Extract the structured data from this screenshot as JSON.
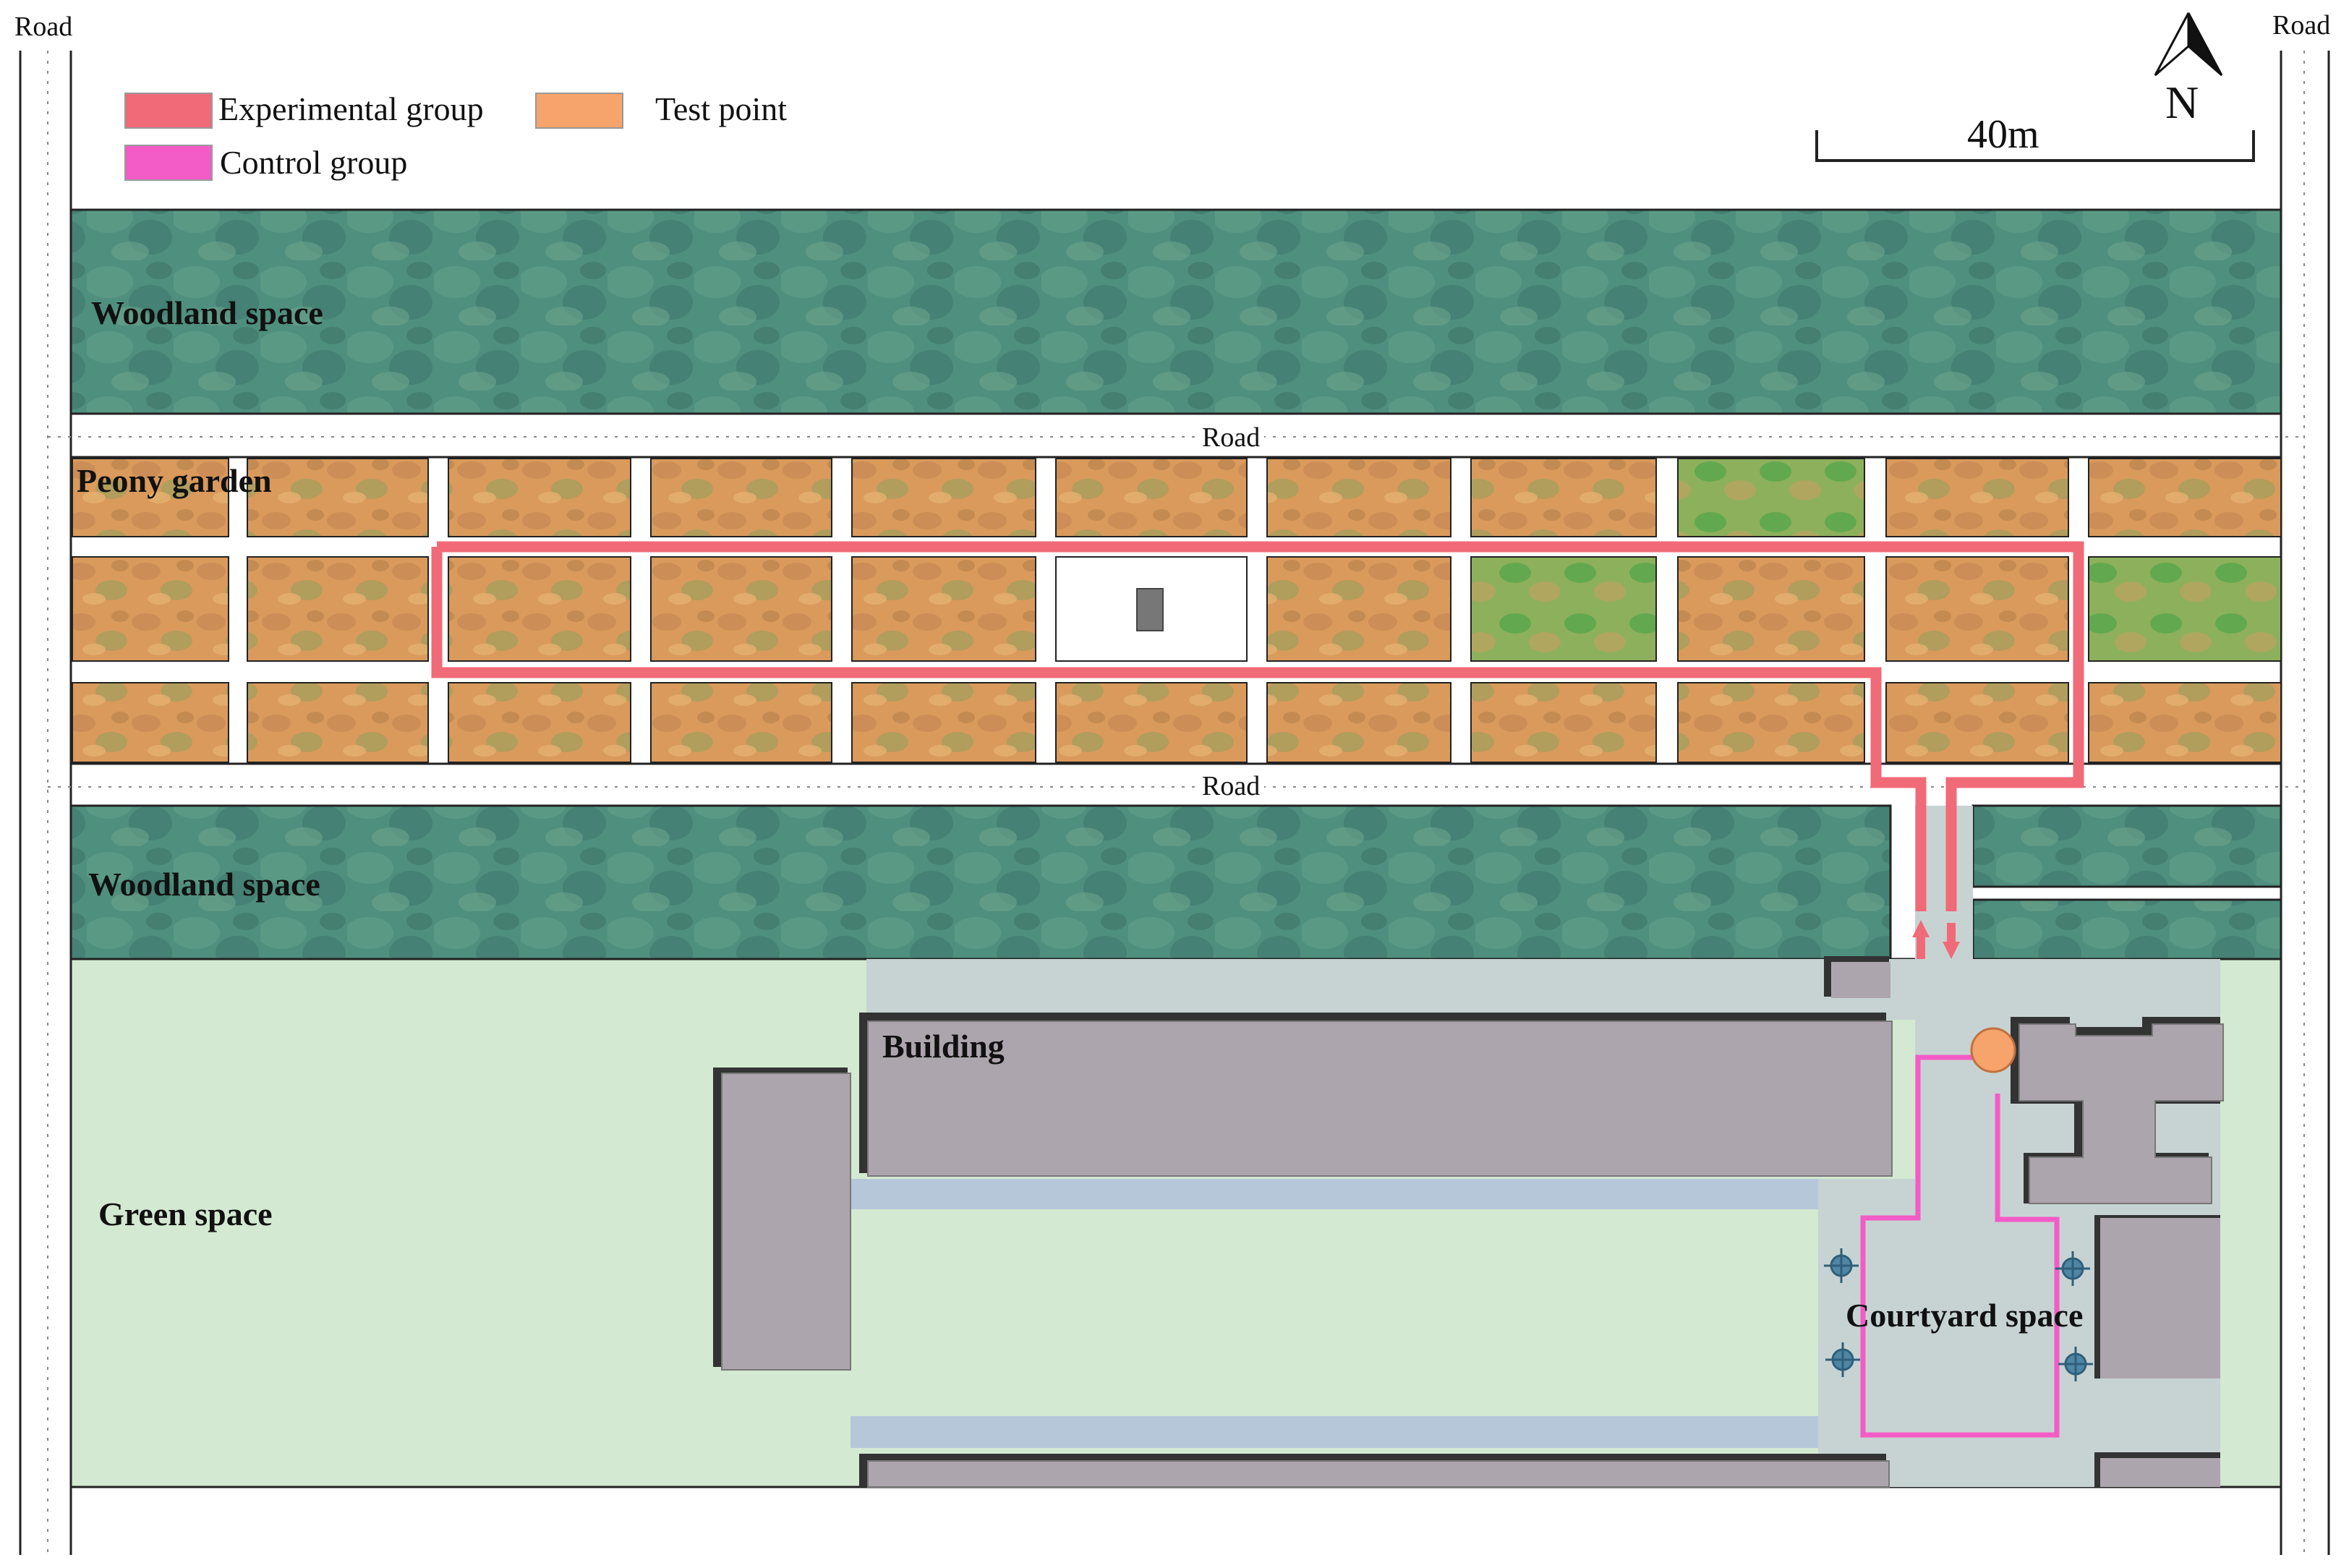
{
  "colors": {
    "experimental_group": "#f06a78",
    "control_group": "#f35bc6",
    "test_point": "#f7a46c",
    "woodland": "#4f8f7e",
    "peony": "#d99a5c",
    "green_space": "#d3e9d1",
    "building": "#ada5ad",
    "paving": "#c7d3d3",
    "water": "#b6c7da"
  },
  "legend": {
    "experimental_group": "Experimental group",
    "test_point": "Test point",
    "control_group": "Control group"
  },
  "scale_bar": {
    "label": "40m"
  },
  "north_arrow": {
    "label": "N"
  },
  "roads": {
    "left_label": "Road",
    "right_label": "Road",
    "middle_label": "Road",
    "lower_label": "Road"
  },
  "zones": {
    "woodland_north": "Woodland space",
    "peony_garden": "Peony garden",
    "woodland_south": "Woodland space",
    "building": "Building",
    "green_space": "Green space",
    "courtyard": "Courtyard space"
  },
  "icons": {
    "north_arrow": "north-arrow-icon",
    "tree": "courtyard-tree-icon",
    "route_arrow": "route-arrow-icon"
  }
}
